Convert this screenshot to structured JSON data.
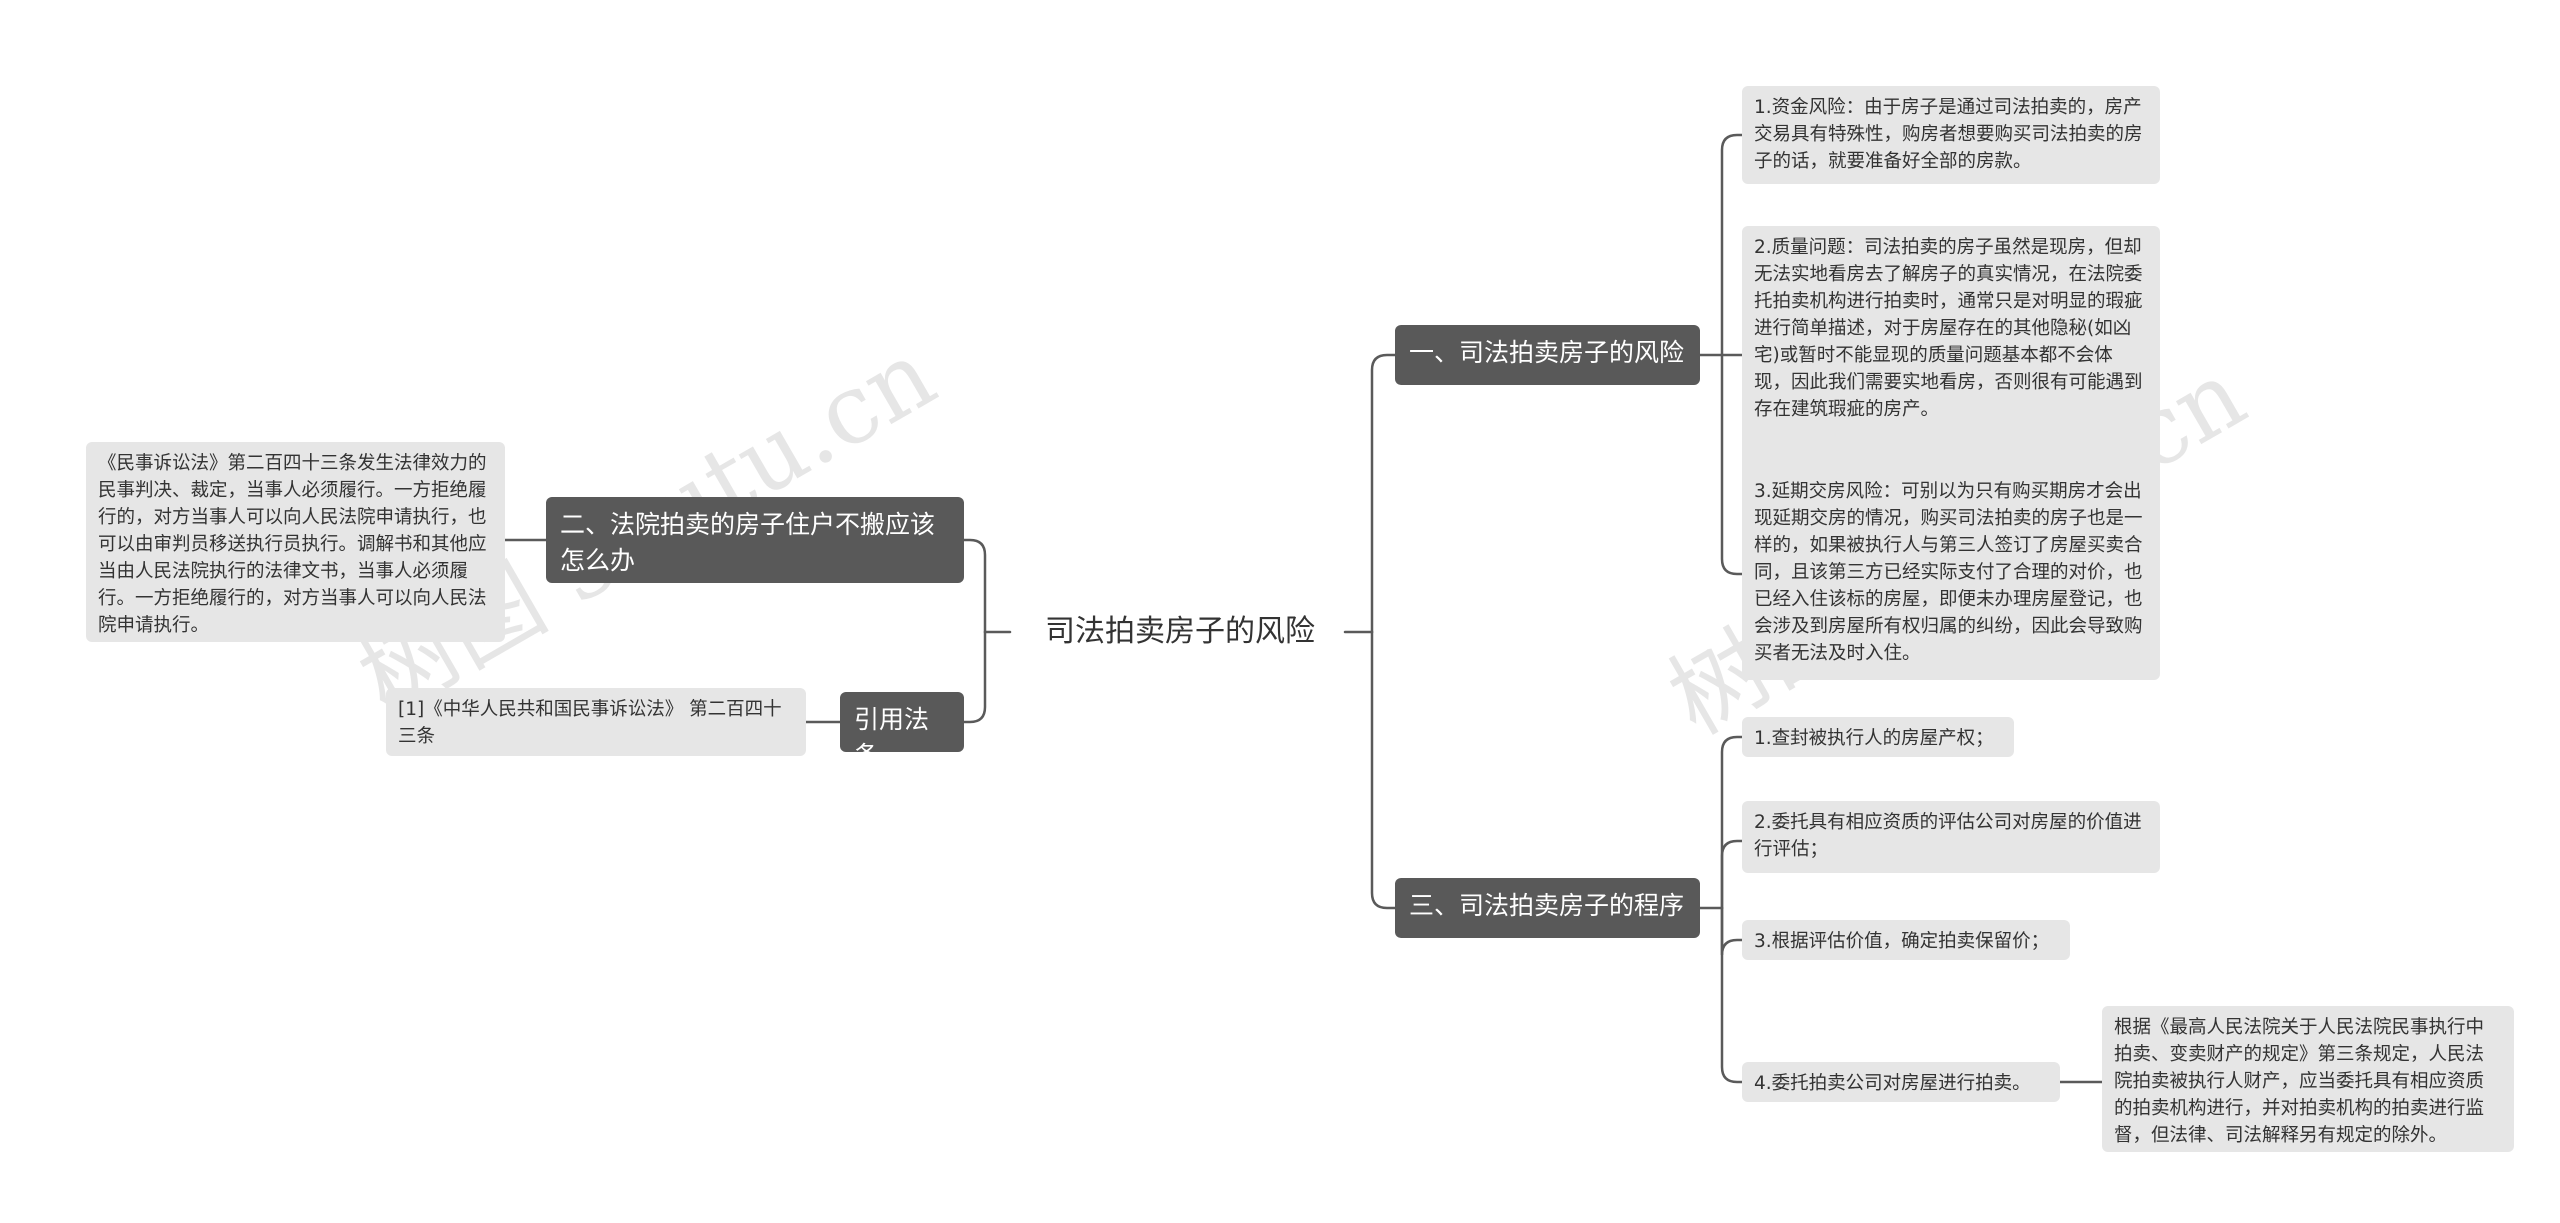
{
  "watermarks": [
    "树图 shutu.cn",
    "树图 shutu.cn"
  ],
  "center": {
    "label": "司法拍卖房子的风险"
  },
  "branches": {
    "risk": {
      "label": "一、司法拍卖房子的风险",
      "items": [
        "1.资金风险：由于房子是通过司法拍卖的，房产交易具有特殊性，购房者想要购买司法拍卖的房子的话，就要准备好全部的房款。",
        "2.质量问题：司法拍卖的房子虽然是现房，但却无法实地看房去了解房子的真实情况，在法院委托拍卖机构进行拍卖时，通常只是对明显的瑕疵进行简单描述，对于房屋存在的其他隐秘(如凶宅)或暂时不能显现的质量问题基本都不会体现，因此我们需要实地看房，否则很有可能遇到存在建筑瑕疵的房产。",
        "3.延期交房风险：可别以为只有购买期房才会出现延期交房的情况，购买司法拍卖的房子也是一样的，如果被执行人与第三人签订了房屋买卖合同，且该第三方已经实际支付了合理的对价，也已经入住该标的房屋，即便未办理房屋登记，也会涉及到房屋所有权归属的纠纷，因此会导致购买者无法及时入住。"
      ]
    },
    "procedure": {
      "label": "三、司法拍卖房子的程序",
      "items": [
        "1.查封被执行人的房屋产权；",
        "2.委托具有相应资质的评估公司对房屋的价值进行评估；",
        "3.根据评估价值，确定拍卖保留价；",
        "4.委托拍卖公司对房屋进行拍卖。"
      ],
      "note": "根据《最高人民法院关于人民法院民事执行中拍卖、变卖财产的规定》第三条规定，人民法院拍卖被执行人财产，应当委托具有相应资质的拍卖机构进行，并对拍卖机构的拍卖进行监督，但法律、司法解释另有规定的除外。"
    },
    "tenant": {
      "label": "二、法院拍卖的房子住户不搬应该怎么办",
      "detail": "《民事诉讼法》第二百四十三条发生法律效力的民事判决、裁定，当事人必须履行。一方拒绝履行的，对方当事人可以向人民法院申请执行，也可以由审判员移送执行员执行。调解书和其他应当由人民法院执行的法律文书，当事人必须履行。一方拒绝履行的，对方当事人可以向人民法院申请执行。"
    },
    "law": {
      "label": "引用法条",
      "detail": "[1]《中华人民共和国民事诉讼法》 第二百四十三条"
    }
  },
  "colors": {
    "line": "#5a5a5a",
    "dark_node": "#595959",
    "light_node": "#e6e6e6"
  }
}
